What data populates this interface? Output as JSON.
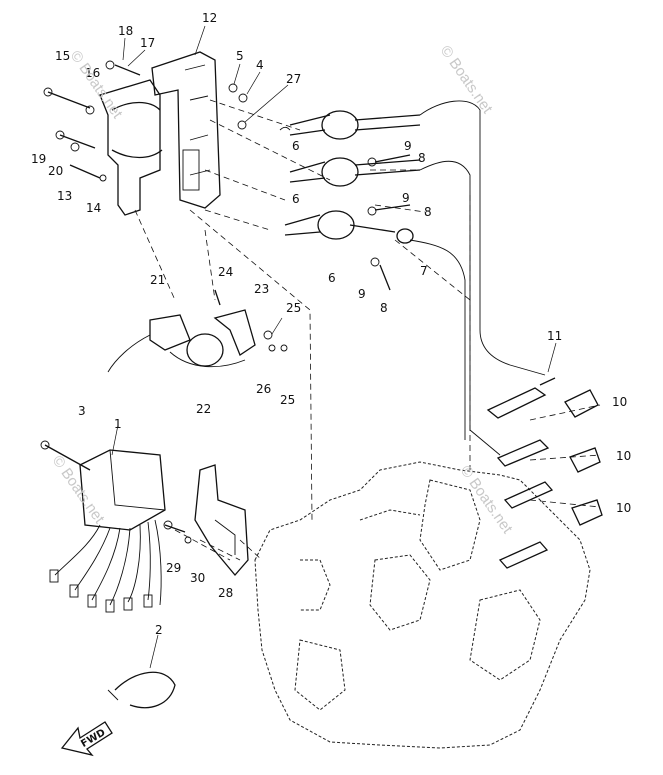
{
  "watermarks": [
    "© Boats.net",
    "© Boats.net",
    "© Boats.net",
    "© Boats.net"
  ],
  "callouts": {
    "c1": "1",
    "c2": "2",
    "c3": "3",
    "c4": "4",
    "c5": "5",
    "c6a": "6",
    "c6b": "6",
    "c6c": "6",
    "c7": "7",
    "c8a": "8",
    "c8b": "8",
    "c8c": "8",
    "c9a": "9",
    "c9b": "9",
    "c9c": "9",
    "c10a": "10",
    "c10b": "10",
    "c10c": "10",
    "c11": "11",
    "c12": "12",
    "c13": "13",
    "c14": "14",
    "c15": "15",
    "c16": "16",
    "c17": "17",
    "c18": "18",
    "c19": "19",
    "c20": "20",
    "c21": "21",
    "c22": "22",
    "c23": "23",
    "c24": "24",
    "c25a": "25",
    "c25b": "25",
    "c26": "26",
    "c27": "27",
    "c28": "28",
    "c29": "29",
    "c30": "30"
  },
  "fwd_label": "FWD"
}
